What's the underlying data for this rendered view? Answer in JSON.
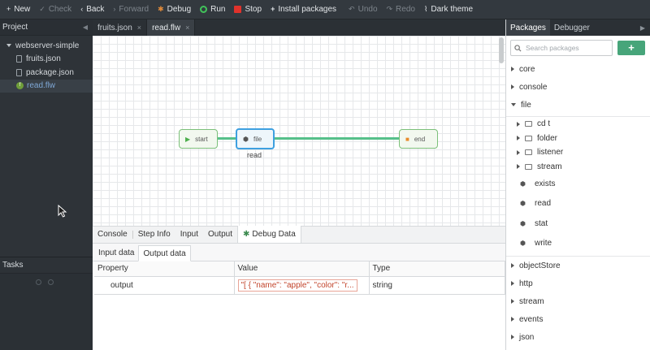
{
  "toolbar": {
    "new": "New",
    "check": "Check",
    "back": "Back",
    "forward": "Forward",
    "debug": "Debug",
    "run": "Run",
    "stop": "Stop",
    "install_packages": "Install packages",
    "undo": "Undo",
    "redo": "Redo",
    "dark_theme": "Dark theme"
  },
  "project_panel": {
    "title": "Project",
    "root": "webserver-simple",
    "files": [
      "fruits.json",
      "package.json",
      "read.flw"
    ],
    "active_file": "read.flw"
  },
  "tasks_panel": {
    "title": "Tasks"
  },
  "editor": {
    "tabs": [
      {
        "label": "fruits.json",
        "close": "×"
      },
      {
        "label": "read.flw",
        "close": "×"
      }
    ],
    "active_tab": "read.flw",
    "nodes": {
      "start": "start",
      "file": "file",
      "file_caption": "read",
      "end": "end"
    }
  },
  "debug_panel": {
    "tabs": [
      "Console",
      "Step Info",
      "Input",
      "Output",
      "Debug Data"
    ],
    "active_tab": "Debug Data",
    "sub_tabs": [
      "Input data",
      "Output data"
    ],
    "active_sub_tab": "Output data",
    "columns": [
      "Property",
      "Value",
      "Type"
    ],
    "rows": [
      {
        "property": "output",
        "value": "\"[ { \"name\": \"apple\", \"color\": \"r...",
        "type": "string"
      }
    ]
  },
  "right_panel": {
    "tabs": [
      "Packages",
      "Debugger"
    ],
    "active_tab": "Packages",
    "search_placeholder": "Search packages",
    "add_label": "+",
    "packages": {
      "core": "core",
      "console": "console",
      "file": "file",
      "file_folders": [
        "cd t",
        "folder",
        "listener",
        "stream"
      ],
      "file_leaves": [
        "exists",
        "read",
        "stat",
        "write"
      ],
      "rest": [
        "objectStore",
        "http",
        "stream",
        "events",
        "json"
      ]
    }
  },
  "colors": {
    "accent_green": "#47a57a",
    "wire": "#56c08a",
    "stop_red": "#e0322b",
    "run_green": "#41c35a",
    "active_file_blue": "#7fa8d6"
  }
}
